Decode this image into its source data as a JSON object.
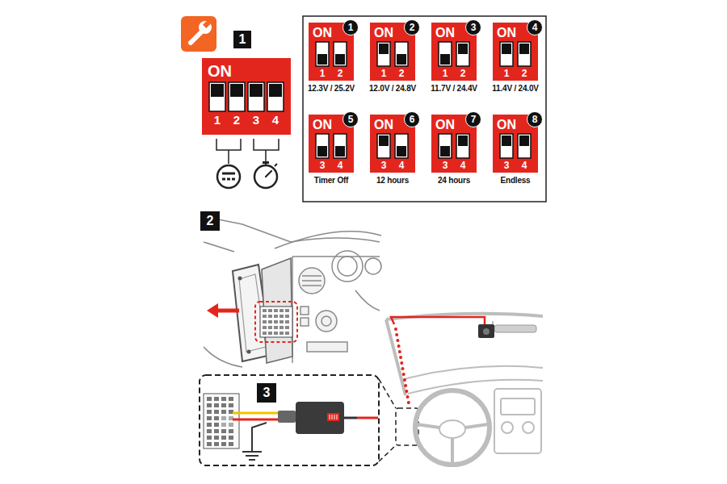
{
  "diagram": {
    "nodes": [
      {
        "text": [
          "ON",
          "1",
          "2",
          "3",
          "4"
        ]
      },
      {
        "text": [
          "ON",
          "1",
          "2",
          "12.3V / 25.2V"
        ]
      },
      {
        "text": [
          "ON",
          "1",
          "2",
          "12.0V / 24.8V"
        ]
      },
      {
        "text": [
          "ON",
          "1",
          "2",
          "11.7V / 24.4V"
        ]
      },
      {
        "text": [
          "ON",
          "1",
          "2",
          "11.4V / 24.0V"
        ]
      },
      {
        "text": [
          "ON",
          "3",
          "4",
          "Timer Off"
        ]
      },
      {
        "text": [
          "ON",
          "3",
          "4",
          "12 hours"
        ]
      },
      {
        "text": [
          "ON",
          "3",
          "4",
          "24 hours"
        ]
      },
      {
        "text": [
          "ON",
          "3",
          "4",
          "Endless"
        ]
      }
    ],
    "labels": [
      "1",
      "1",
      "2",
      "3",
      "4",
      "5",
      "6",
      "7",
      "8",
      "2",
      "3"
    ]
  }
}
